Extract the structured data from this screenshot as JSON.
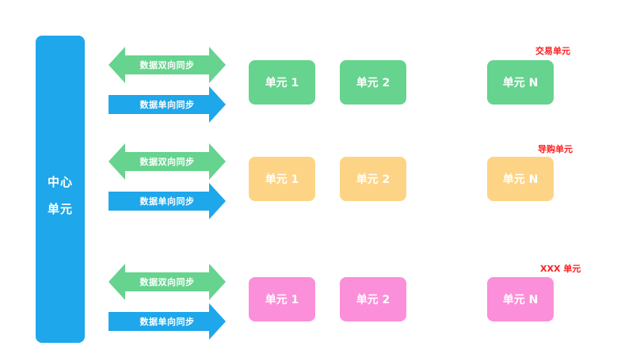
{
  "center": {
    "line1": "中心",
    "line2": "单元"
  },
  "arrow_labels": {
    "bidirectional": "数据双向同步",
    "unidirectional": "数据单向同步"
  },
  "groups": [
    {
      "label": "交易单元",
      "color": "#66d38e",
      "units": [
        "单元 1",
        "单元 2",
        "单元 N"
      ]
    },
    {
      "label": "导购单元",
      "color": "#fdd486",
      "units": [
        "单元 1",
        "单元 2",
        "单元 N"
      ]
    },
    {
      "label": "XXX 单元",
      "color": "#fb8fd9",
      "units": [
        "单元 1",
        "单元 2",
        "单元 N"
      ]
    }
  ],
  "colors": {
    "center_bar": "#1ea7ea",
    "bidirectional_arrow": "#66d38e",
    "unidirectional_arrow": "#1ea7ea",
    "group_label": "#ff1f1f"
  }
}
